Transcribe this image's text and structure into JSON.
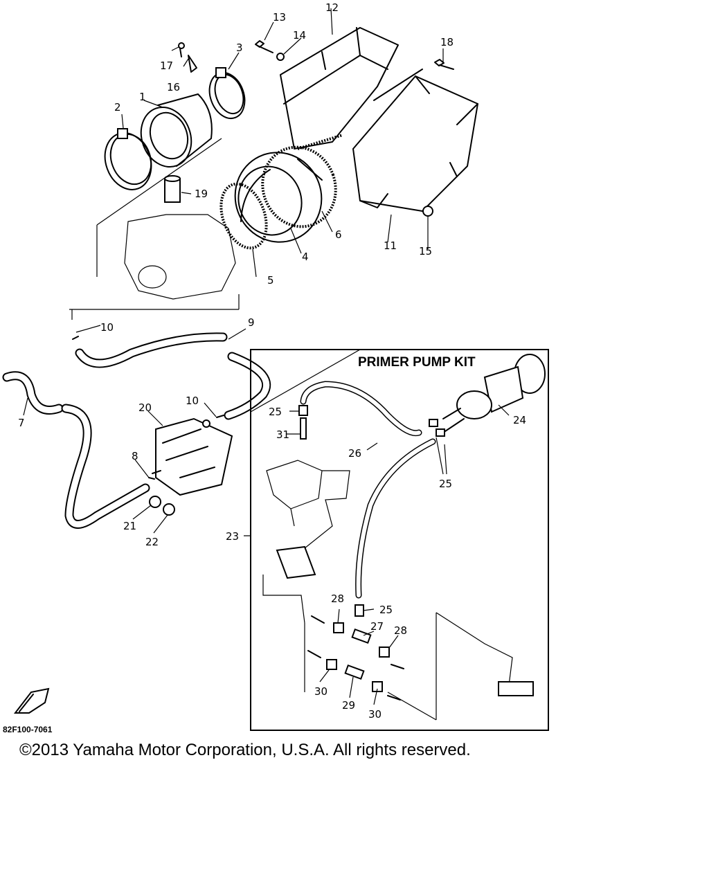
{
  "diagram": {
    "kit_title": "PRIMER PUMP KIT",
    "drawing_code": "82F100-7061",
    "copyright": "©2013 Yamaha Motor Corporation, U.S.A. All rights reserved.",
    "callouts": [
      "1",
      "2",
      "3",
      "4",
      "5",
      "6",
      "7",
      "8",
      "9",
      "10",
      "10",
      "11",
      "12",
      "13",
      "14",
      "15",
      "16",
      "17",
      "18",
      "19",
      "20",
      "21",
      "22",
      "23",
      "24",
      "25",
      "25",
      "25",
      "26",
      "27",
      "28",
      "28",
      "29",
      "30",
      "30",
      "31"
    ]
  }
}
